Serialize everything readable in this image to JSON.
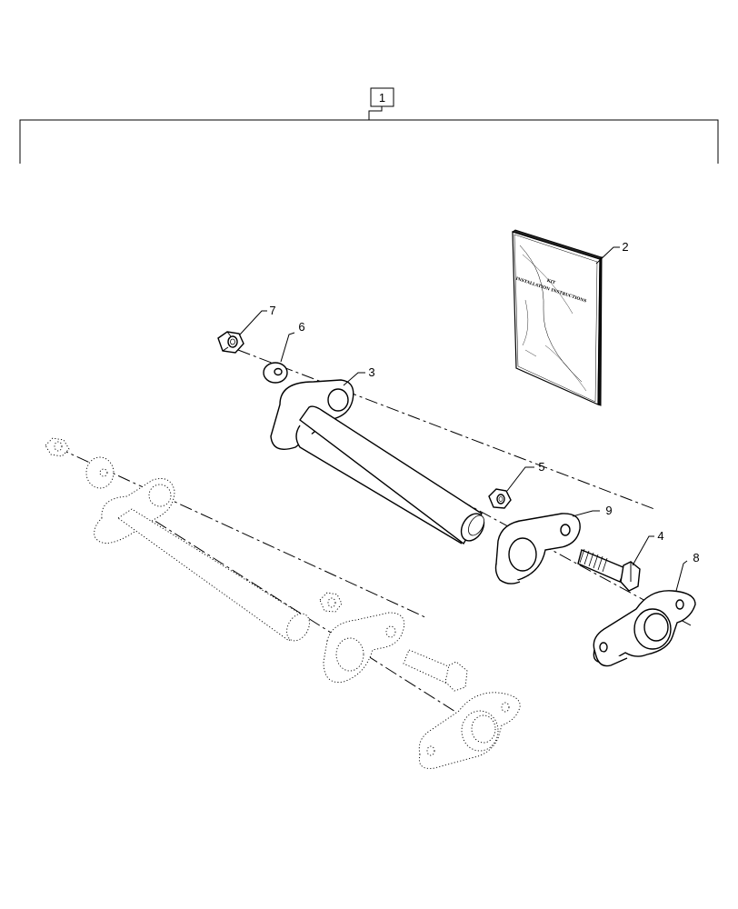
{
  "assembly": {
    "item_box_label": "1"
  },
  "callouts": [
    {
      "id": "c2",
      "label": "2"
    },
    {
      "id": "c3",
      "label": "3"
    },
    {
      "id": "c4",
      "label": "4"
    },
    {
      "id": "c5",
      "label": "5"
    },
    {
      "id": "c6",
      "label": "6"
    },
    {
      "id": "c7",
      "label": "7"
    },
    {
      "id": "c8",
      "label": "8"
    },
    {
      "id": "c9",
      "label": "9"
    }
  ],
  "manual": {
    "line1": "KIT",
    "line2": "INSTALLATION INSTRUCTIONS"
  }
}
